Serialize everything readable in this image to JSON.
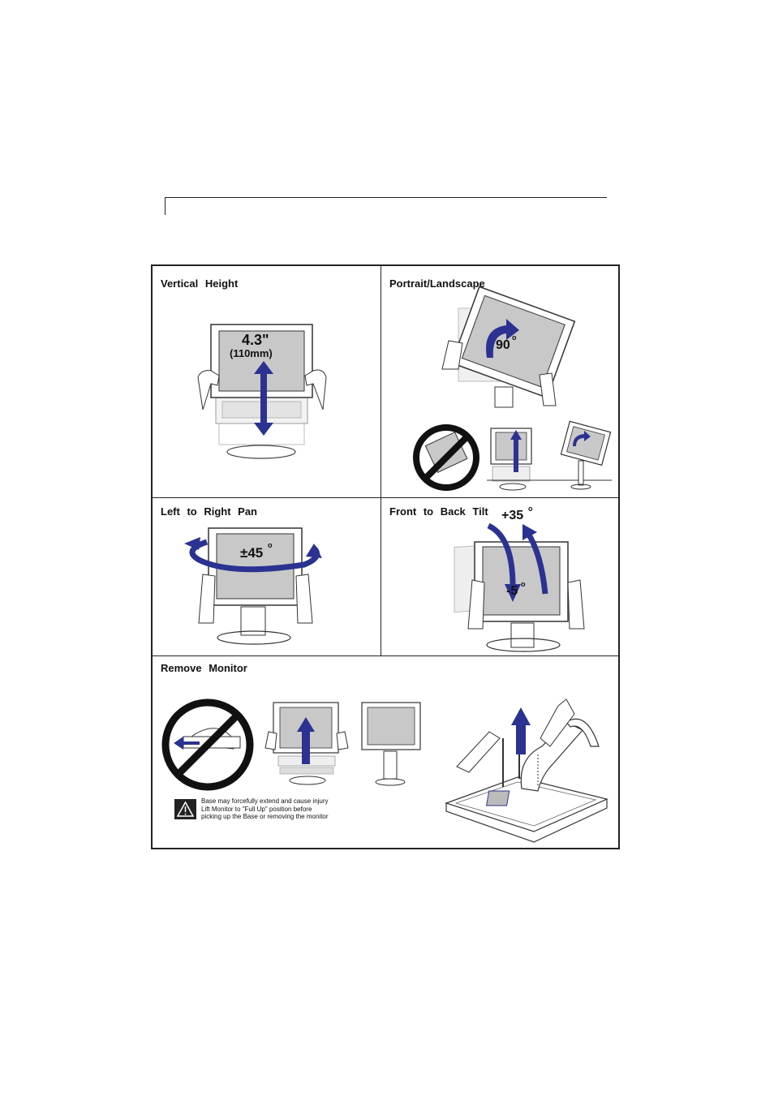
{
  "panels": {
    "vertical_height": {
      "title": "Vertical Height",
      "value": "4.3\"",
      "value_mm": "(110mm)"
    },
    "portrait_landscape": {
      "title": "Portrait/Landscape",
      "angle": "90",
      "degree": "o"
    },
    "left_right_pan": {
      "title": "Left to Right Pan",
      "angle": "±45",
      "degree": "o"
    },
    "front_back_tilt": {
      "title": "Front to Back Tilt",
      "angle_up": "+35",
      "angle_down": "-5",
      "degree": "o"
    },
    "remove_monitor": {
      "title": "Remove Monitor",
      "warning_lines": [
        "Base may forcefully extend and cause injury",
        "Lift Monitor to \"Full Up\" position before",
        "picking up the Base or removing the monitor"
      ]
    }
  },
  "colors": {
    "arrow": "#2b3291",
    "screen": "#c8c8c8",
    "line": "#222222"
  }
}
